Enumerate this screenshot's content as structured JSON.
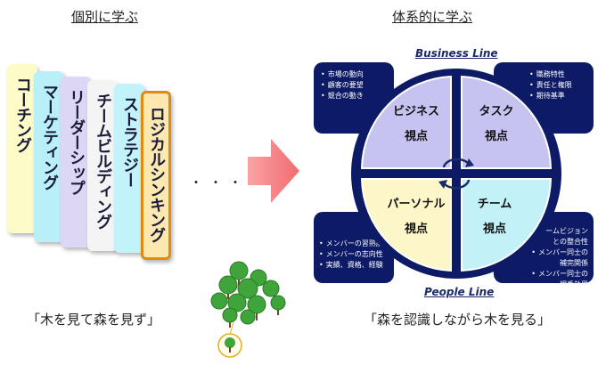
{
  "left": {
    "heading": "個別に学ぶ",
    "cards": [
      {
        "label": "コーチング",
        "color": "#fdfbc8"
      },
      {
        "label": "マーケティング",
        "color": "#b9f0f7"
      },
      {
        "label": "リーダーシップ",
        "color": "#ddd6f5"
      },
      {
        "label": "チームビルディング",
        "color": "#f4f4f4"
      },
      {
        "label": "ストラテジー",
        "color": "#c3f3fa"
      },
      {
        "label": "ロジカルシンキング",
        "color": "#fde8b0"
      }
    ],
    "ellipsis": "・・・",
    "caption": "「木を見て森を見ず」"
  },
  "right": {
    "heading": "体系的に学ぶ",
    "business_line": "Business Line",
    "people_line": "People Line",
    "quadrants": {
      "business": {
        "line1": "ビジネス",
        "line2": "視点",
        "color": "#c6c3f0"
      },
      "task": {
        "line1": "タスク",
        "line2": "視点",
        "color": "#c6c3f0"
      },
      "personal": {
        "line1": "パーソナル",
        "line2": "視点",
        "color": "#fdf6c8"
      },
      "team": {
        "line1": "チーム",
        "line2": "視点",
        "color": "#c2f2f8"
      }
    },
    "boxes": {
      "top_left": [
        "市場の動向",
        "顧客の要望",
        "競合の動き"
      ],
      "top_right": [
        "職務特性",
        "責任と権限",
        "期待基準"
      ],
      "bottom_left": [
        "メンバーの習熟度",
        "メンバーの志向性",
        "実績、資格、経験"
      ],
      "bottom_right": [
        "チームビジョンとの整合性",
        "メンバー同士の補完関係",
        "メンバー同士の相乗効果"
      ]
    },
    "caption": "「森を認識しながら木を見る」"
  },
  "colors": {
    "arrow": "#f47c80",
    "box": "#0d1a66",
    "ring": "#0d1a66"
  }
}
